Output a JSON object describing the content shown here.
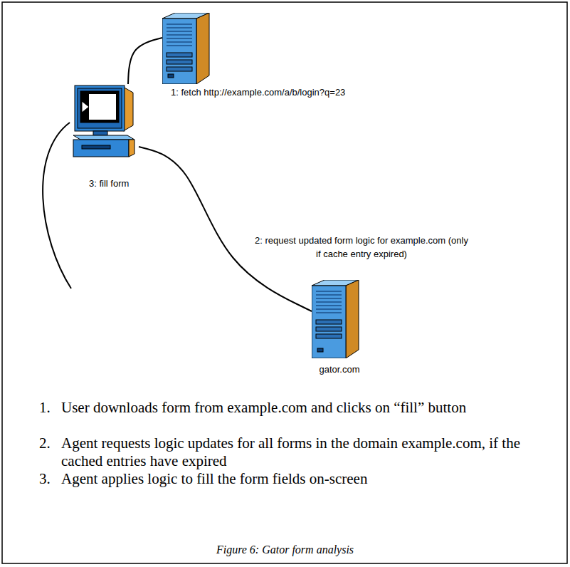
{
  "diagram": {
    "caption": "Figure 6: Gator form analysis",
    "nodes": [
      {
        "text": []
      },
      {
        "text": []
      },
      {
        "text": [
          "gator.com"
        ]
      }
    ],
    "edges": [
      {
        "from": 0,
        "to": 1,
        "arrow": "none",
        "label": "1: fetch http://example.com/a/b/login?q=23"
      },
      {
        "from": 0,
        "to": 2,
        "arrow": "none",
        "label": "2: request updated form logic for example.com (only if cache entry expired)"
      }
    ],
    "labels": [
      "3: fill form",
      "1.",
      "User downloads form from example.com and clicks on “fill” button",
      "2.",
      "Agent requests logic updates for all forms in the domain example.com, if the cached entries have expired",
      "3.",
      "Agent applies logic to fill the form fields on-screen"
    ]
  }
}
